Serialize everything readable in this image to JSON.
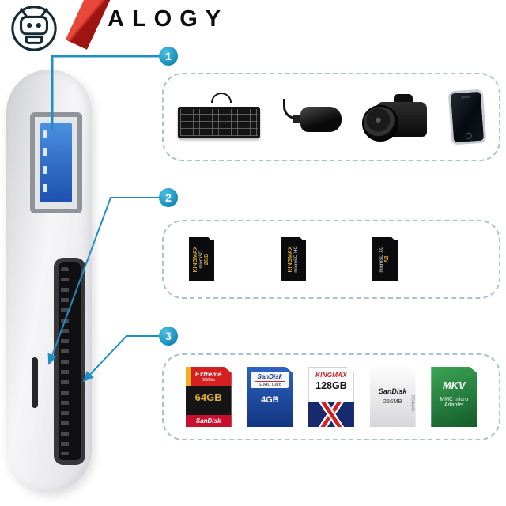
{
  "header": {
    "logo_text": "ALOGY",
    "robot_icon": "robot-mascot-icon",
    "ribbon_icon": "red-ribbon-decoration"
  },
  "colors": {
    "callout_blue": "#1e8fc4",
    "dashed_border": "#a8c2cf",
    "ribbon_red": "#c1272d",
    "usb_blue": "#1c50ae"
  },
  "callouts": [
    {
      "number": "1",
      "target": "usb-a-port",
      "items": [
        "keyboard",
        "usb-network-adapter",
        "dslr-camera",
        "smartphone"
      ]
    },
    {
      "number": "2",
      "target": "microsd-card-slot",
      "items": [
        "microsd-card",
        "microsd-card",
        "microsd-card"
      ]
    },
    {
      "number": "3",
      "target": "sd-card-slot",
      "items": [
        "sd-card-sandisk-extreme",
        "sd-card-sandisk-sdhc",
        "sd-card-kingmax",
        "sd-card-sandisk-mmc",
        "mmc-micro-adapter"
      ]
    }
  ],
  "microsd_cards": [
    {
      "brand": "KINGMAX",
      "type": "microSD",
      "capacity": "2GB"
    },
    {
      "brand": "KINGMAX",
      "type": "microSD HC",
      "capacity": ""
    },
    {
      "brand": "",
      "type": "microSD XC",
      "capacity": "A2"
    }
  ],
  "sd_cards": {
    "extreme": {
      "brand": "SanDisk",
      "line1": "Extreme",
      "line2": "80MB/s",
      "capacity": "64GB"
    },
    "sdhc": {
      "brand": "SanDisk",
      "type": "SDHC Card",
      "capacity": "4GB"
    },
    "kingmax": {
      "brand": "KINGMAX",
      "capacity": "128GB"
    },
    "mmc": {
      "brand": "SanDisk",
      "capacity": "256MB",
      "side_label": "RS-MMC"
    },
    "adapter": {
      "brand": "MKV",
      "line1": "MMC micro",
      "line2": "Adapter"
    }
  }
}
